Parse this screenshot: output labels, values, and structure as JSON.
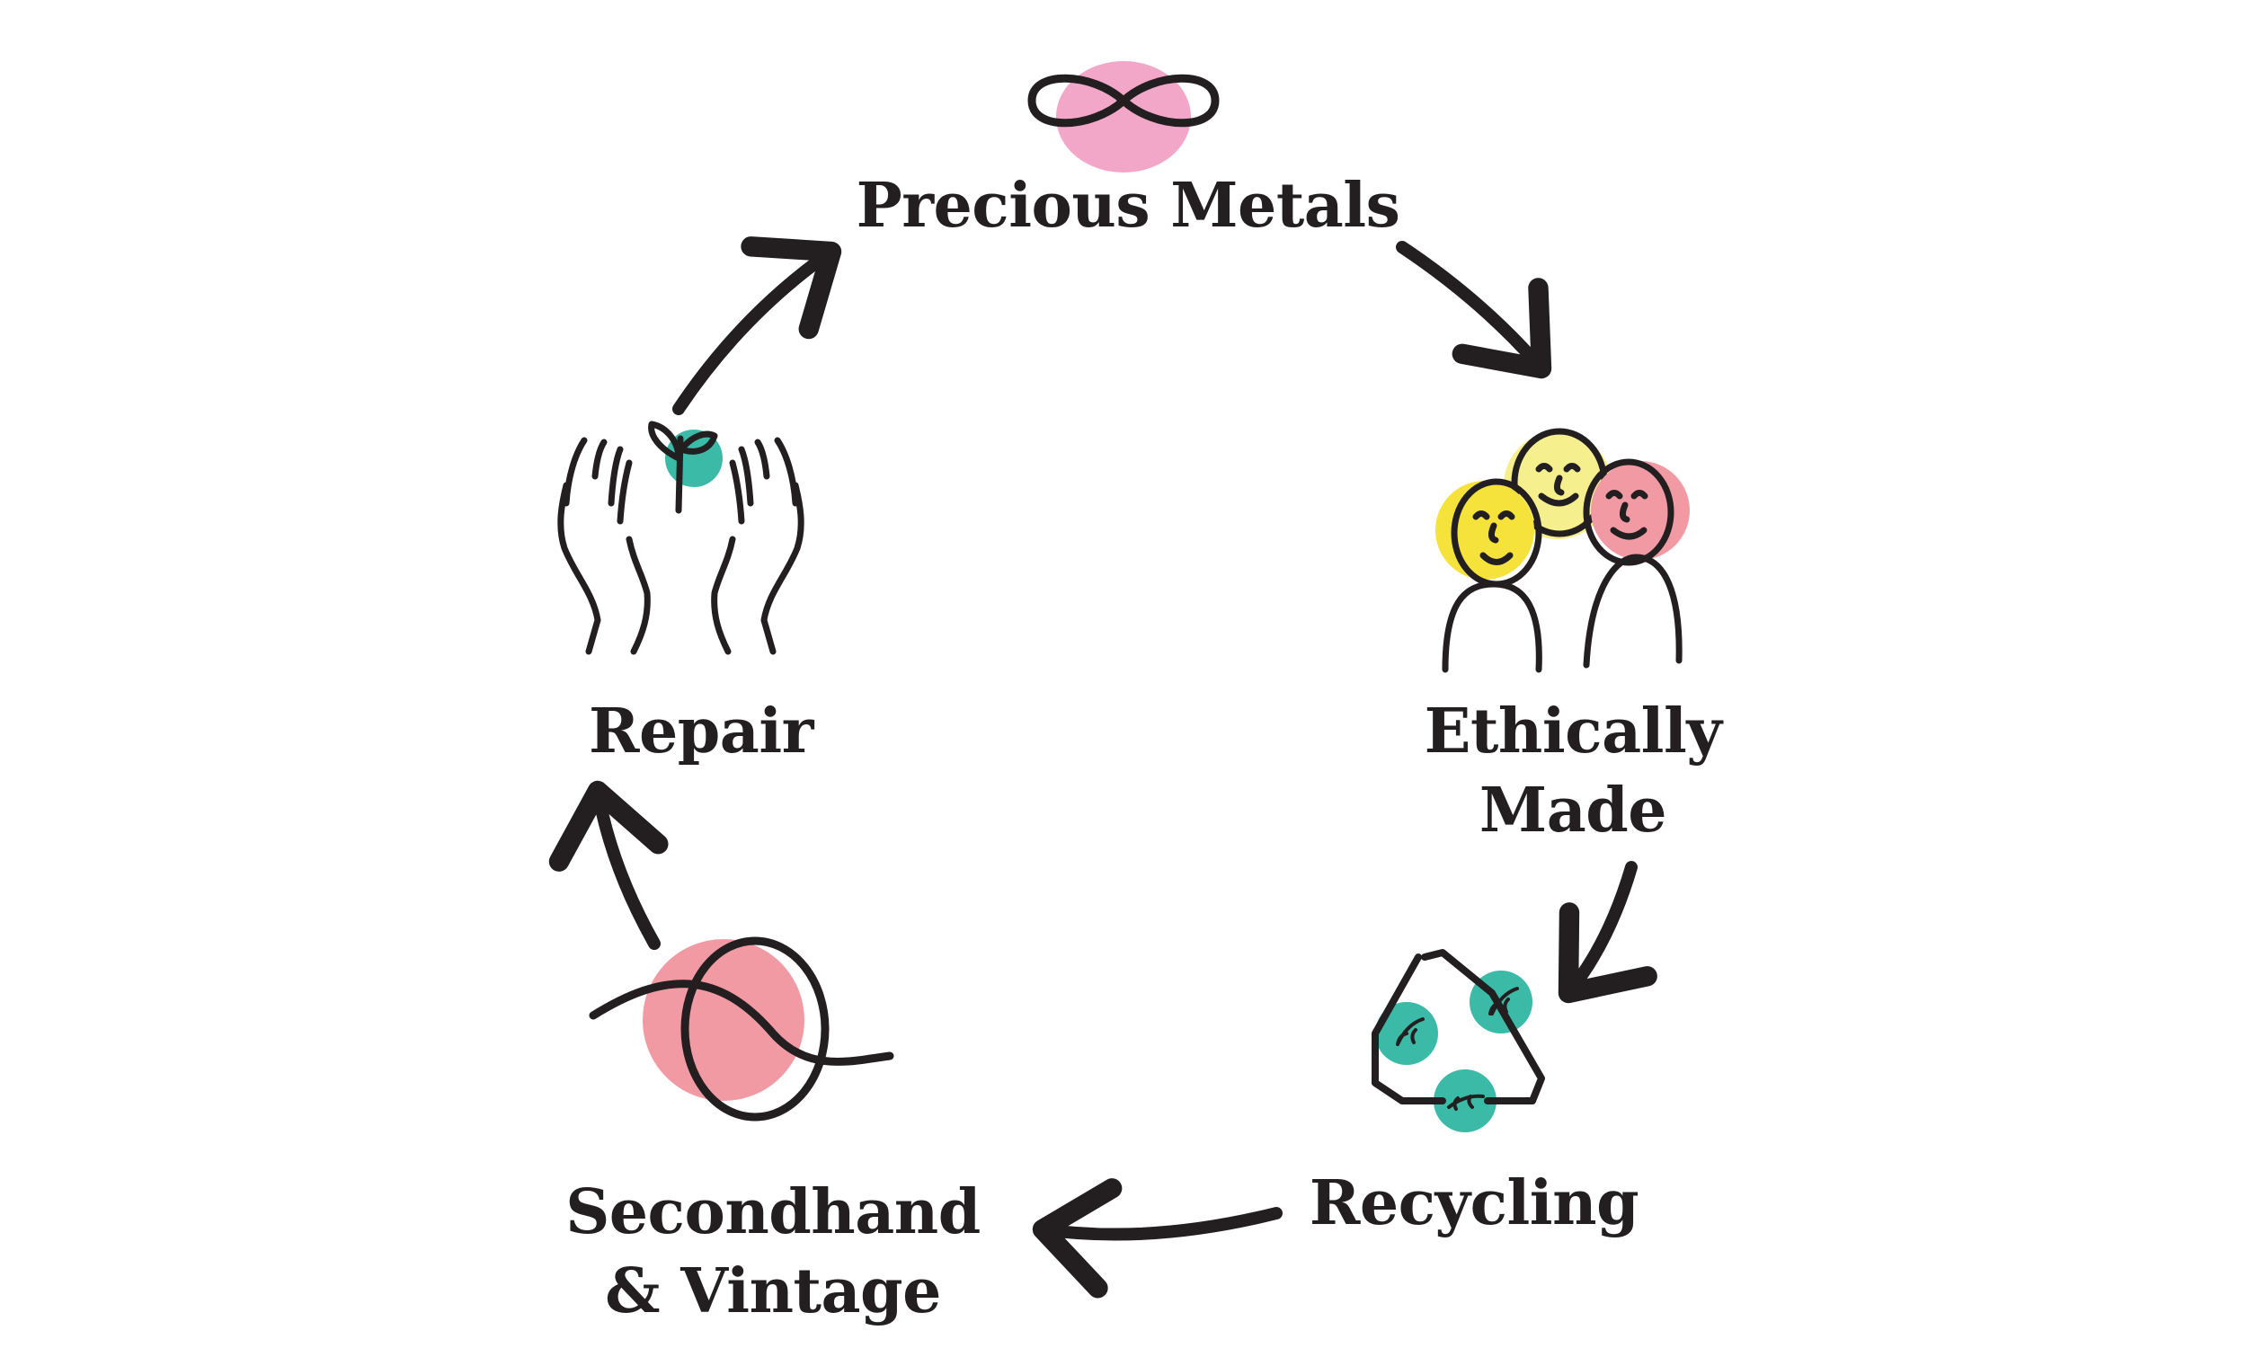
{
  "diagram": {
    "stages": [
      {
        "id": "precious",
        "lines": [
          "Precious Metals"
        ],
        "icon": "infinity-icon"
      },
      {
        "id": "ethical",
        "lines": [
          "Ethically",
          "Made"
        ],
        "icon": "people-faces-icon"
      },
      {
        "id": "recycle",
        "lines": [
          "Recycling"
        ],
        "icon": "recycle-triangle-icon"
      },
      {
        "id": "second",
        "lines": [
          "Secondhand",
          "& Vintage"
        ],
        "icon": "yarn-ball-icon"
      },
      {
        "id": "repair",
        "lines": [
          "Repair"
        ],
        "icon": "hands-sprout-icon"
      }
    ]
  },
  "colors": {
    "ink": "#231f20",
    "pink": "#f2a7c9",
    "coral": "#f29aa3",
    "yellow": "#f5e23a",
    "pale_yellow": "#f6ef8e",
    "teal": "#3bbaa8"
  }
}
